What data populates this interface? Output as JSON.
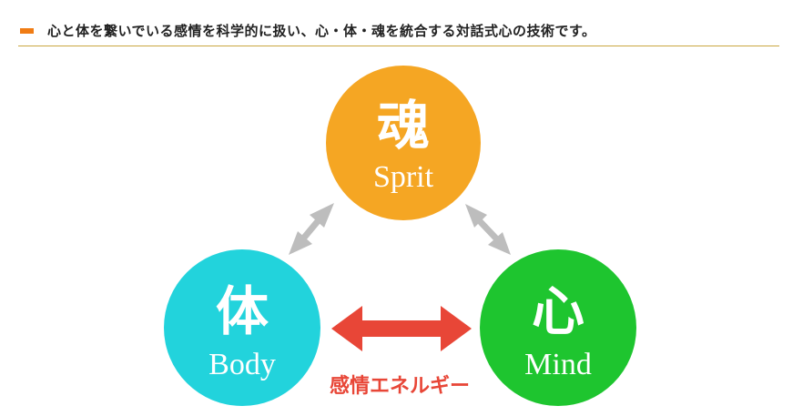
{
  "header": {
    "text": "心と体を繋いでいる感情を科学的に扱い、心・体・魂を統合する対話式心の技術です。",
    "bullet_color": "#f07c14",
    "rule_color": "#c9a640"
  },
  "diagram": {
    "nodes": [
      {
        "id": "soul",
        "kanji": "魂",
        "label": "Sprit",
        "color": "#f5a623"
      },
      {
        "id": "body",
        "kanji": "体",
        "label": "Body",
        "color": "#22d3dc"
      },
      {
        "id": "mind",
        "kanji": "心",
        "label": "Mind",
        "color": "#1ec52f"
      }
    ],
    "edges": [
      {
        "from": "soul",
        "to": "body",
        "style": "double-arrow",
        "color": "#bdbdbd"
      },
      {
        "from": "soul",
        "to": "mind",
        "style": "double-arrow",
        "color": "#bdbdbd"
      },
      {
        "from": "body",
        "to": "mind",
        "style": "double-arrow",
        "color": "#e84637",
        "label": "感情エネルギー"
      }
    ]
  }
}
